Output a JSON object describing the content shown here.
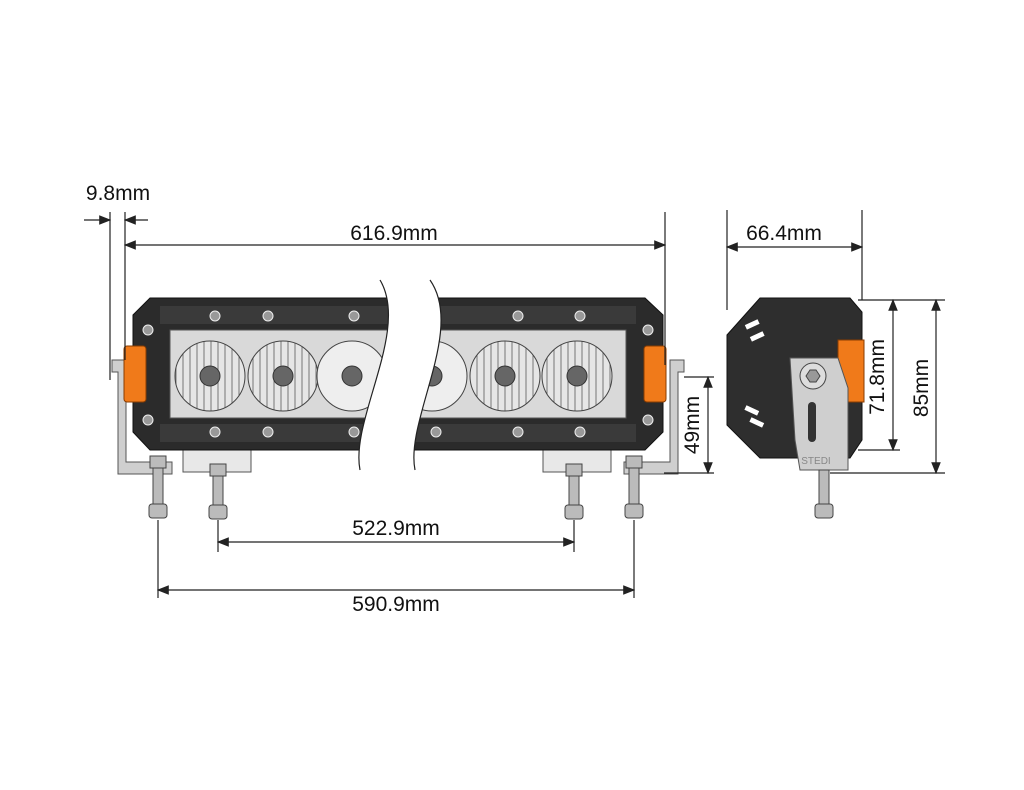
{
  "dimensions": {
    "end_offset": "9.8mm",
    "overall_length": "616.9mm",
    "inner_mount_spacing": "522.9mm",
    "outer_mount_spacing": "590.9mm",
    "depth": "66.4mm",
    "mount_height": "49mm",
    "body_height": "71.8mm",
    "total_height": "85mm"
  },
  "branding": {
    "logo_text": "STEDI"
  },
  "colors": {
    "body": "#2b2b2b",
    "accent": "#f07a1a",
    "lens": "#d9d9d9",
    "bracket": "#c8c8c8"
  }
}
